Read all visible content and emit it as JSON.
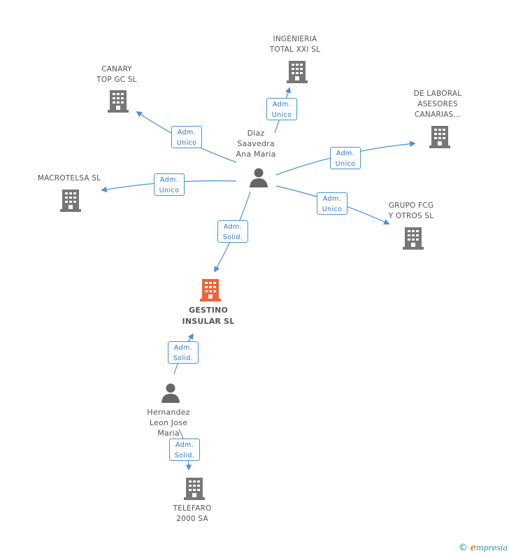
{
  "colors": {
    "edge": "#4a8fdc",
    "company": "#777777",
    "focus": "#f0623a",
    "person": "#666666"
  },
  "nodes": {
    "ingenieria": {
      "lines": [
        "INGENIERIA",
        "TOTAL XXI SL"
      ],
      "icon": "building-icon"
    },
    "canary": {
      "lines": [
        "CANARY",
        "TOP GC SL"
      ],
      "icon": "building-icon"
    },
    "delaboral": {
      "lines": [
        "DE LABORAL",
        "ASESORES",
        "CANARIAS..."
      ],
      "icon": "building-icon"
    },
    "macrotelsa": {
      "lines": [
        "MACROTELSA SL"
      ],
      "icon": "building-icon"
    },
    "grupofcg": {
      "lines": [
        "GRUPO FCG",
        "Y OTROS SL"
      ],
      "icon": "building-icon"
    },
    "gestino": {
      "lines": [
        "GESTINO",
        "INSULAR SL"
      ],
      "icon": "building-icon"
    },
    "telefaro": {
      "lines": [
        "TELEFARO",
        "2000 SA"
      ],
      "icon": "building-icon"
    },
    "diaz": {
      "lines": [
        "Diaz",
        "Saavedra",
        "Ana Maria"
      ],
      "icon": "person-icon"
    },
    "hernandez": {
      "lines": [
        "Hernandez",
        "Leon Jose",
        "Maria"
      ],
      "icon": "person-icon"
    }
  },
  "edges": [
    {
      "id": "diaz-ingenieria",
      "lines": [
        "Adm.",
        "Unico"
      ]
    },
    {
      "id": "diaz-canary",
      "lines": [
        "Adm.",
        "Unico"
      ]
    },
    {
      "id": "diaz-delaboral",
      "lines": [
        "Adm.",
        "Unico"
      ]
    },
    {
      "id": "diaz-macrotelsa",
      "lines": [
        "Adm.",
        "Unico"
      ]
    },
    {
      "id": "diaz-grupofcg",
      "lines": [
        "Adm.",
        "Unico"
      ]
    },
    {
      "id": "diaz-gestino",
      "lines": [
        "Adm.",
        "Solid."
      ]
    },
    {
      "id": "hernandez-gestino",
      "lines": [
        "Adm.",
        "Solid."
      ]
    },
    {
      "id": "hernandez-telefaro",
      "lines": [
        "Adm.",
        "Solid."
      ]
    }
  ],
  "footer": {
    "copyright": "©",
    "brand_initial": "e",
    "brand_rest": "mpresia"
  }
}
